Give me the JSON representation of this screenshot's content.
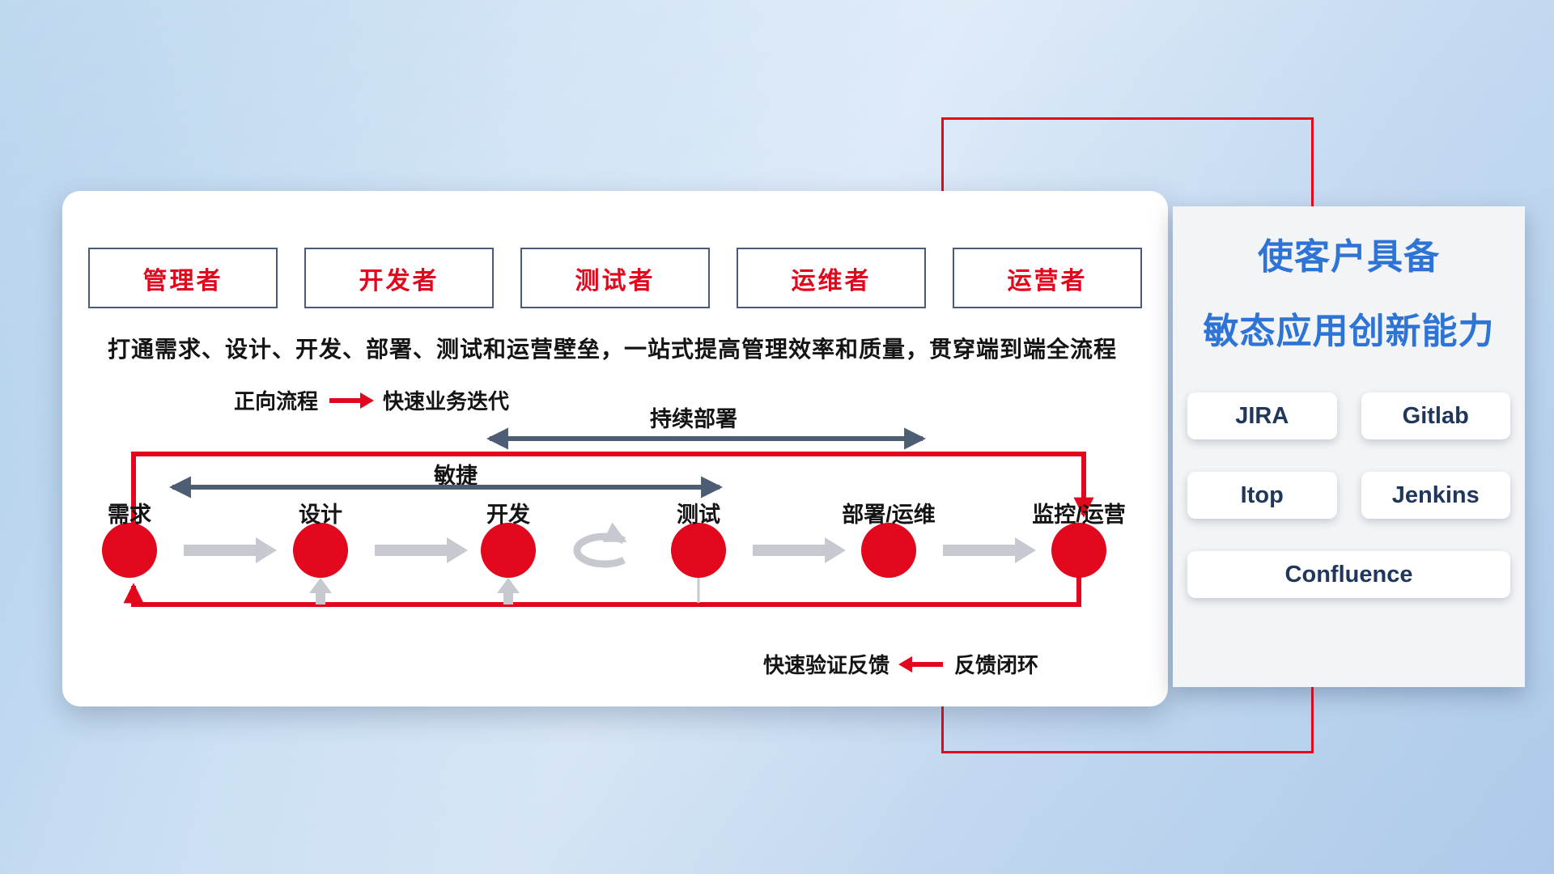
{
  "colors": {
    "red": "#e2071c",
    "slate": "#4d5d73",
    "gray_arrow": "#c6cad0",
    "blue_title": "#2e74d6",
    "navy_text": "#20375c"
  },
  "card": {
    "roles": [
      {
        "label": "管理者"
      },
      {
        "label": "开发者"
      },
      {
        "label": "测试者"
      },
      {
        "label": "运维者"
      },
      {
        "label": "运营者"
      }
    ],
    "description": "打通需求、设计、开发、部署、测试和运营壁垒，一站式提高管理效率和质量，贯穿端到端全流程",
    "legend_forward": {
      "label": "正向流程",
      "value": "快速业务迭代"
    },
    "arrow_deploy_label": "持续部署",
    "arrow_agile_label": "敏捷",
    "nodes": [
      {
        "label": "需求"
      },
      {
        "label": "设计"
      },
      {
        "label": "开发"
      },
      {
        "label": "测试"
      },
      {
        "label": "部署/运维"
      },
      {
        "label": "监控/运营"
      }
    ],
    "legend_feedback": {
      "value": "快速验证反馈",
      "label": "反馈闭环"
    }
  },
  "panel": {
    "title_line1": "使客户具备",
    "title_line2": "敏态应用创新能力",
    "tools": [
      {
        "name": "JIRA"
      },
      {
        "name": "Gitlab"
      },
      {
        "name": "Itop"
      },
      {
        "name": "Jenkins"
      },
      {
        "name": "Confluence"
      }
    ]
  }
}
